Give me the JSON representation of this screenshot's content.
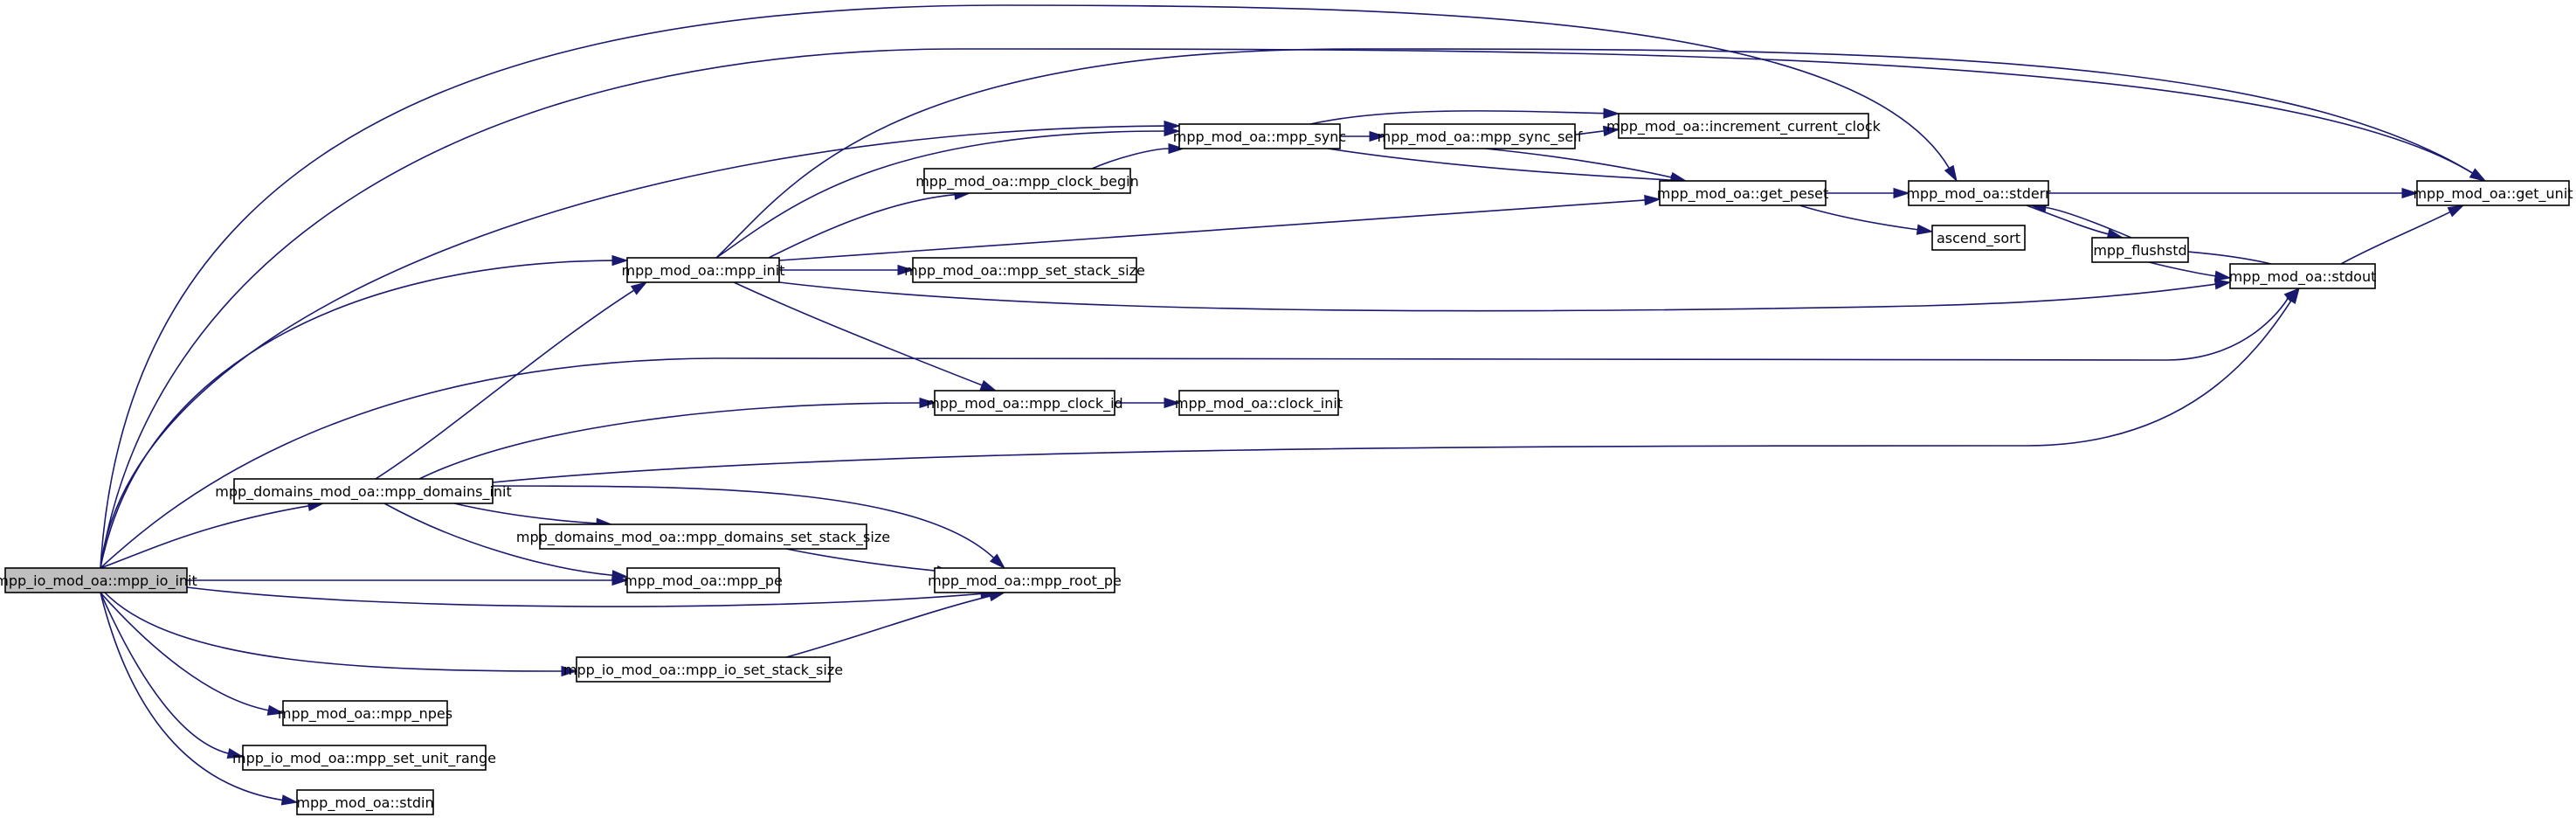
{
  "graph": {
    "root": "mpp_io_init",
    "colors": {
      "edge": "#191970",
      "node_fill": "#ffffff",
      "root_fill": "#bfbfbf",
      "border": "#000000"
    },
    "nodes": [
      {
        "id": "mpp_io_init",
        "label": "mpp_io_mod_oa::mpp_io_init"
      },
      {
        "id": "mpp_domains_init",
        "label": "mpp_domains_mod_oa::mpp_domains_init"
      },
      {
        "id": "mpp_init",
        "label": "mpp_mod_oa::mpp_init"
      },
      {
        "id": "mpp_sync",
        "label": "mpp_mod_oa::mpp_sync"
      },
      {
        "id": "mpp_sync_self",
        "label": "mpp_mod_oa::mpp_sync_self"
      },
      {
        "id": "increment_current_clock",
        "label": "mpp_mod_oa::increment_current_clock"
      },
      {
        "id": "mpp_clock_begin",
        "label": "mpp_mod_oa::mpp_clock_begin"
      },
      {
        "id": "get_peset",
        "label": "mpp_mod_oa::get_peset"
      },
      {
        "id": "stderr",
        "label": "mpp_mod_oa::stderr"
      },
      {
        "id": "get_unit",
        "label": "mpp_mod_oa::get_unit"
      },
      {
        "id": "ascend_sort",
        "label": "ascend_sort"
      },
      {
        "id": "mpp_flushstd",
        "label": "mpp_flushstd"
      },
      {
        "id": "stdout",
        "label": "mpp_mod_oa::stdout"
      },
      {
        "id": "mpp_set_stack_size",
        "label": "mpp_mod_oa::mpp_set_stack_size"
      },
      {
        "id": "mpp_clock_id",
        "label": "mpp_mod_oa::mpp_clock_id"
      },
      {
        "id": "clock_init",
        "label": "mpp_mod_oa::clock_init"
      },
      {
        "id": "mpp_domains_set_stack_size",
        "label": "mpp_domains_mod_oa::mpp_domains_set_stack_size"
      },
      {
        "id": "mpp_pe",
        "label": "mpp_mod_oa::mpp_pe"
      },
      {
        "id": "mpp_root_pe",
        "label": "mpp_mod_oa::mpp_root_pe"
      },
      {
        "id": "mpp_io_set_stack_size",
        "label": "mpp_io_mod_oa::mpp_io_set_stack_size"
      },
      {
        "id": "mpp_npes",
        "label": "mpp_mod_oa::mpp_npes"
      },
      {
        "id": "mpp_set_unit_range",
        "label": "mpp_io_mod_oa::mpp_set_unit_range"
      },
      {
        "id": "stdin",
        "label": "mpp_mod_oa::stdin"
      }
    ],
    "edges": [
      [
        "mpp_io_init",
        "stderr"
      ],
      [
        "mpp_io_init",
        "get_unit"
      ],
      [
        "mpp_io_init",
        "mpp_sync"
      ],
      [
        "mpp_io_init",
        "mpp_init"
      ],
      [
        "mpp_io_init",
        "stdout"
      ],
      [
        "mpp_io_init",
        "mpp_domains_init"
      ],
      [
        "mpp_io_init",
        "mpp_pe"
      ],
      [
        "mpp_io_init",
        "mpp_root_pe"
      ],
      [
        "mpp_io_init",
        "mpp_io_set_stack_size"
      ],
      [
        "mpp_io_init",
        "mpp_npes"
      ],
      [
        "mpp_io_init",
        "mpp_set_unit_range"
      ],
      [
        "mpp_io_init",
        "stdin"
      ],
      [
        "mpp_init",
        "mpp_sync"
      ],
      [
        "mpp_init",
        "get_unit"
      ],
      [
        "mpp_init",
        "mpp_clock_begin"
      ],
      [
        "mpp_init",
        "get_peset"
      ],
      [
        "mpp_init",
        "mpp_set_stack_size"
      ],
      [
        "mpp_init",
        "stdout"
      ],
      [
        "mpp_init",
        "mpp_clock_id"
      ],
      [
        "mpp_clock_begin",
        "mpp_sync"
      ],
      [
        "mpp_sync",
        "increment_current_clock"
      ],
      [
        "mpp_sync",
        "mpp_sync_self"
      ],
      [
        "mpp_sync",
        "get_peset"
      ],
      [
        "mpp_sync_self",
        "increment_current_clock"
      ],
      [
        "mpp_sync_self",
        "get_peset"
      ],
      [
        "get_peset",
        "stderr"
      ],
      [
        "get_peset",
        "ascend_sort"
      ],
      [
        "stderr",
        "get_unit"
      ],
      [
        "stderr",
        "mpp_flushstd"
      ],
      [
        "mpp_flushstd",
        "stderr"
      ],
      [
        "mpp_flushstd",
        "stdout"
      ],
      [
        "stdout",
        "mpp_flushstd"
      ],
      [
        "stdout",
        "get_unit"
      ],
      [
        "mpp_clock_id",
        "clock_init"
      ],
      [
        "mpp_domains_init",
        "mpp_init"
      ],
      [
        "mpp_domains_init",
        "mpp_clock_id"
      ],
      [
        "mpp_domains_init",
        "stdout"
      ],
      [
        "mpp_domains_init",
        "mpp_domains_set_stack_size"
      ],
      [
        "mpp_domains_init",
        "mpp_pe"
      ],
      [
        "mpp_domains_init",
        "mpp_root_pe"
      ],
      [
        "mpp_domains_set_stack_size",
        "mpp_root_pe"
      ],
      [
        "mpp_io_set_stack_size",
        "mpp_root_pe"
      ]
    ]
  }
}
